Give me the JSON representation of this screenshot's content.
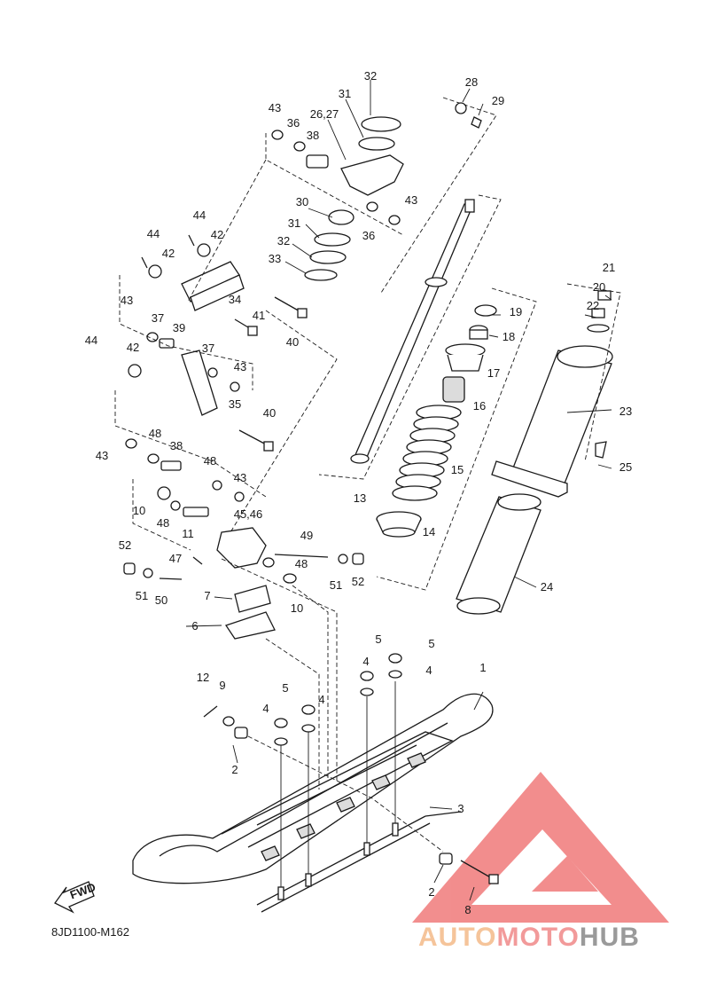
{
  "diagram": {
    "code": "8JD1100-M162",
    "fwd_label": "FWD",
    "watermark": {
      "part1": "AUTO",
      "part2": "MOTO",
      "part3": "HUB"
    },
    "colors": {
      "line": "#1a1a1a",
      "watermark_red": "#f07a7a",
      "watermark_orange": "#f5c49a",
      "watermark_gray": "#9a9a9a"
    },
    "callouts": [
      "1",
      "2",
      "2",
      "3",
      "4",
      "4",
      "4",
      "4",
      "5",
      "5",
      "5",
      "6",
      "7",
      "8",
      "9",
      "10",
      "10",
      "11",
      "12",
      "13",
      "14",
      "15",
      "16",
      "17",
      "18",
      "19",
      "20",
      "21",
      "22",
      "23",
      "24",
      "25",
      "26,27",
      "28",
      "29",
      "30",
      "31",
      "31",
      "32",
      "32",
      "33",
      "34",
      "35",
      "36",
      "36",
      "37",
      "37",
      "38",
      "38",
      "39",
      "40",
      "40",
      "41",
      "42",
      "42",
      "42",
      "43",
      "43",
      "43",
      "43",
      "43",
      "43",
      "44",
      "44",
      "44",
      "45,46",
      "47",
      "48",
      "48",
      "48",
      "48",
      "49",
      "50",
      "51",
      "51",
      "52",
      "52"
    ]
  }
}
